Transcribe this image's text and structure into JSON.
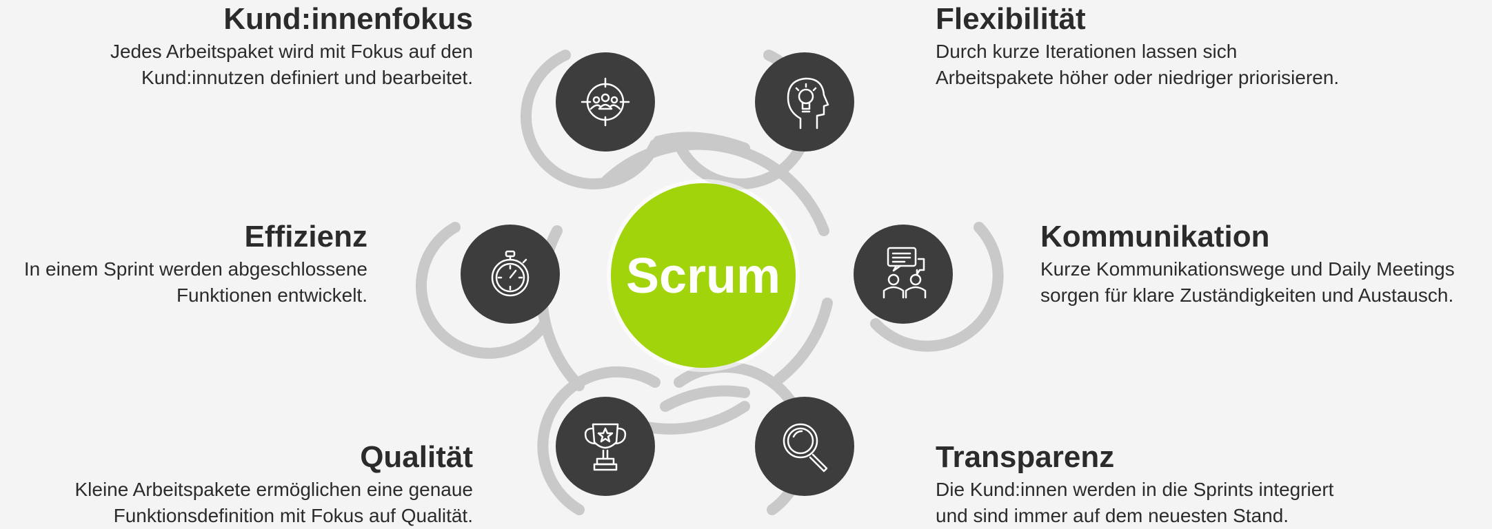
{
  "center": {
    "label": "Scrum",
    "color": "#a2d40b"
  },
  "colors": {
    "node": "#3d3d3d",
    "ring": "#c9c9c9",
    "background": "#f4f4f4",
    "text": "#2b2b2b"
  },
  "items": [
    {
      "icon": "target-people-icon",
      "title": "Kund:innenfokus",
      "lines": [
        "Jedes Arbeitspaket wird mit Fokus auf den",
        "Kund:innutzen definiert und bearbeitet."
      ]
    },
    {
      "icon": "head-lightbulb-icon",
      "title": "Flexibilität",
      "lines": [
        "Durch kurze Iterationen lassen sich",
        "Arbeitspakete höher oder niedriger priorisieren."
      ]
    },
    {
      "icon": "stopwatch-icon",
      "title": "Effizienz",
      "lines": [
        "In einem Sprint werden abgeschlossene",
        "Funktionen entwickelt."
      ]
    },
    {
      "icon": "chat-people-icon",
      "title": "Kommunikation",
      "lines": [
        "Kurze Kommunikationswege und Daily Meetings",
        "sorgen für klare Zuständigkeiten und Austausch."
      ]
    },
    {
      "icon": "trophy-icon",
      "title": "Qualität",
      "lines": [
        "Kleine Arbeitspakete ermöglichen eine genaue",
        "Funktionsdefinition mit Fokus auf Qualität."
      ]
    },
    {
      "icon": "magnifier-icon",
      "title": "Transparenz",
      "lines": [
        "Die Kund:innen werden in die Sprints integriert",
        "und sind immer auf dem neuesten Stand."
      ]
    }
  ]
}
